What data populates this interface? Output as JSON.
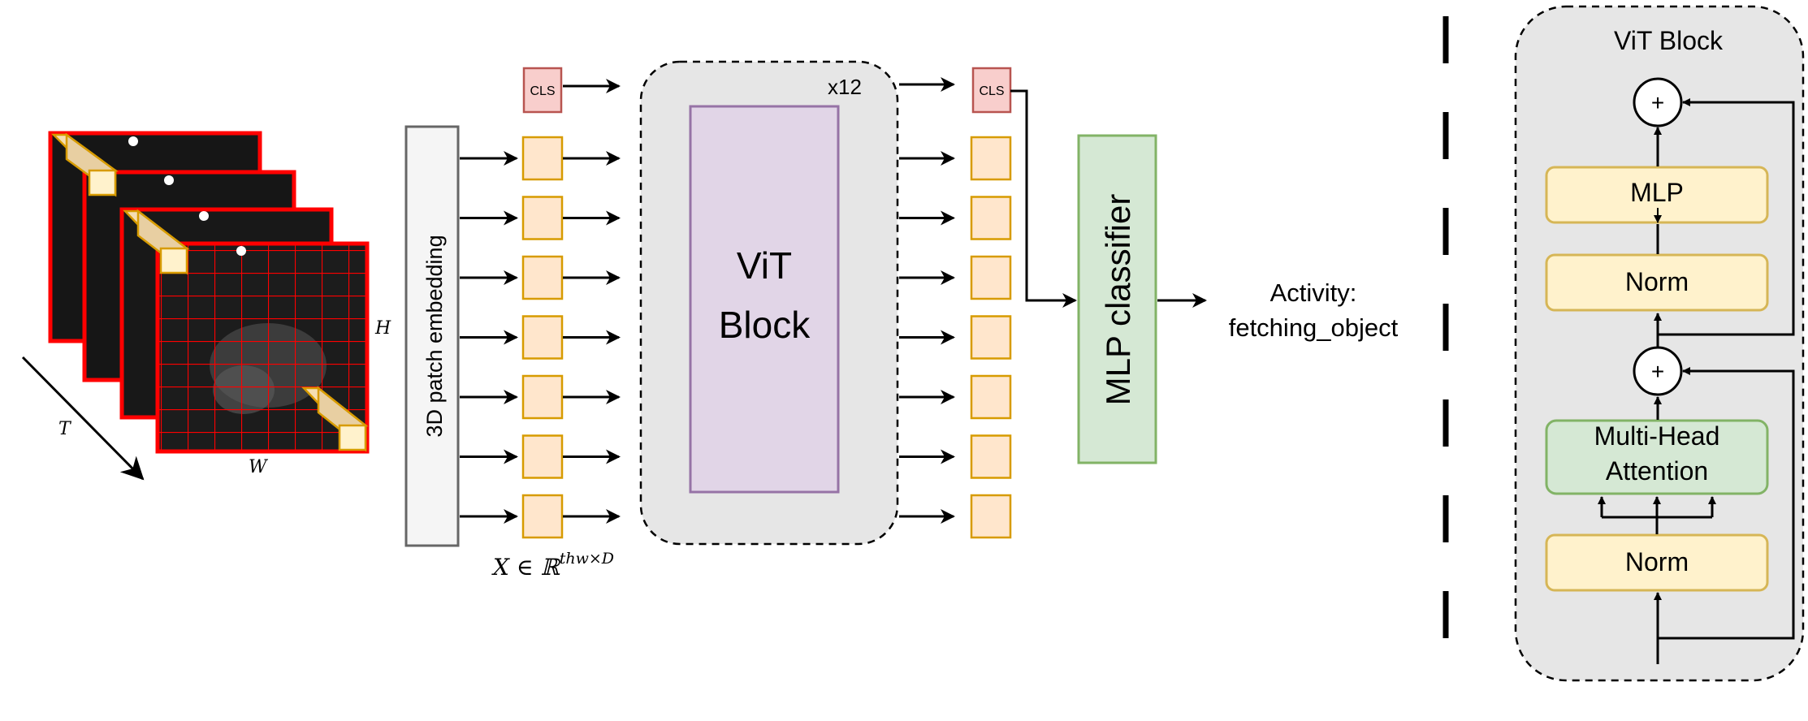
{
  "labels": {
    "embedding": "3D patch embedding",
    "cls": "CLS",
    "vit_block_main_line1": "ViT",
    "vit_block_main_line2": "Block",
    "repeat": "x12",
    "mlp_classifier": "MLP classifier",
    "activity_line1": "Activity:",
    "activity_line2": "fetching_object",
    "axis_t": "T",
    "axis_h": "H",
    "axis_w": "W",
    "formula_lhs": "X ∈ ℝ",
    "formula_sup": "thw×D"
  },
  "detail": {
    "title": "ViT Block",
    "plus": "+",
    "mlp": "MLP",
    "norm_top": "Norm",
    "attention_line1": "Multi-Head",
    "attention_line2": "Attention",
    "norm_bottom": "Norm"
  },
  "colors": {
    "token_fill": "#ffe6cc",
    "token_stroke": "#d79b00",
    "cls_fill": "#f8cecc",
    "cls_stroke": "#b85450",
    "vit_fill": "#e1d5e7",
    "vit_stroke": "#9673a6",
    "mlp_fill": "#d5e8d4",
    "mlp_stroke": "#82b366",
    "norm_fill": "#fff2cc",
    "norm_stroke": "#d6b656",
    "container_fill": "#e6e6e6",
    "frame_stroke": "#ff0000"
  },
  "tokens": {
    "input_patch_tokens": 7,
    "output_patch_tokens": 7
  }
}
